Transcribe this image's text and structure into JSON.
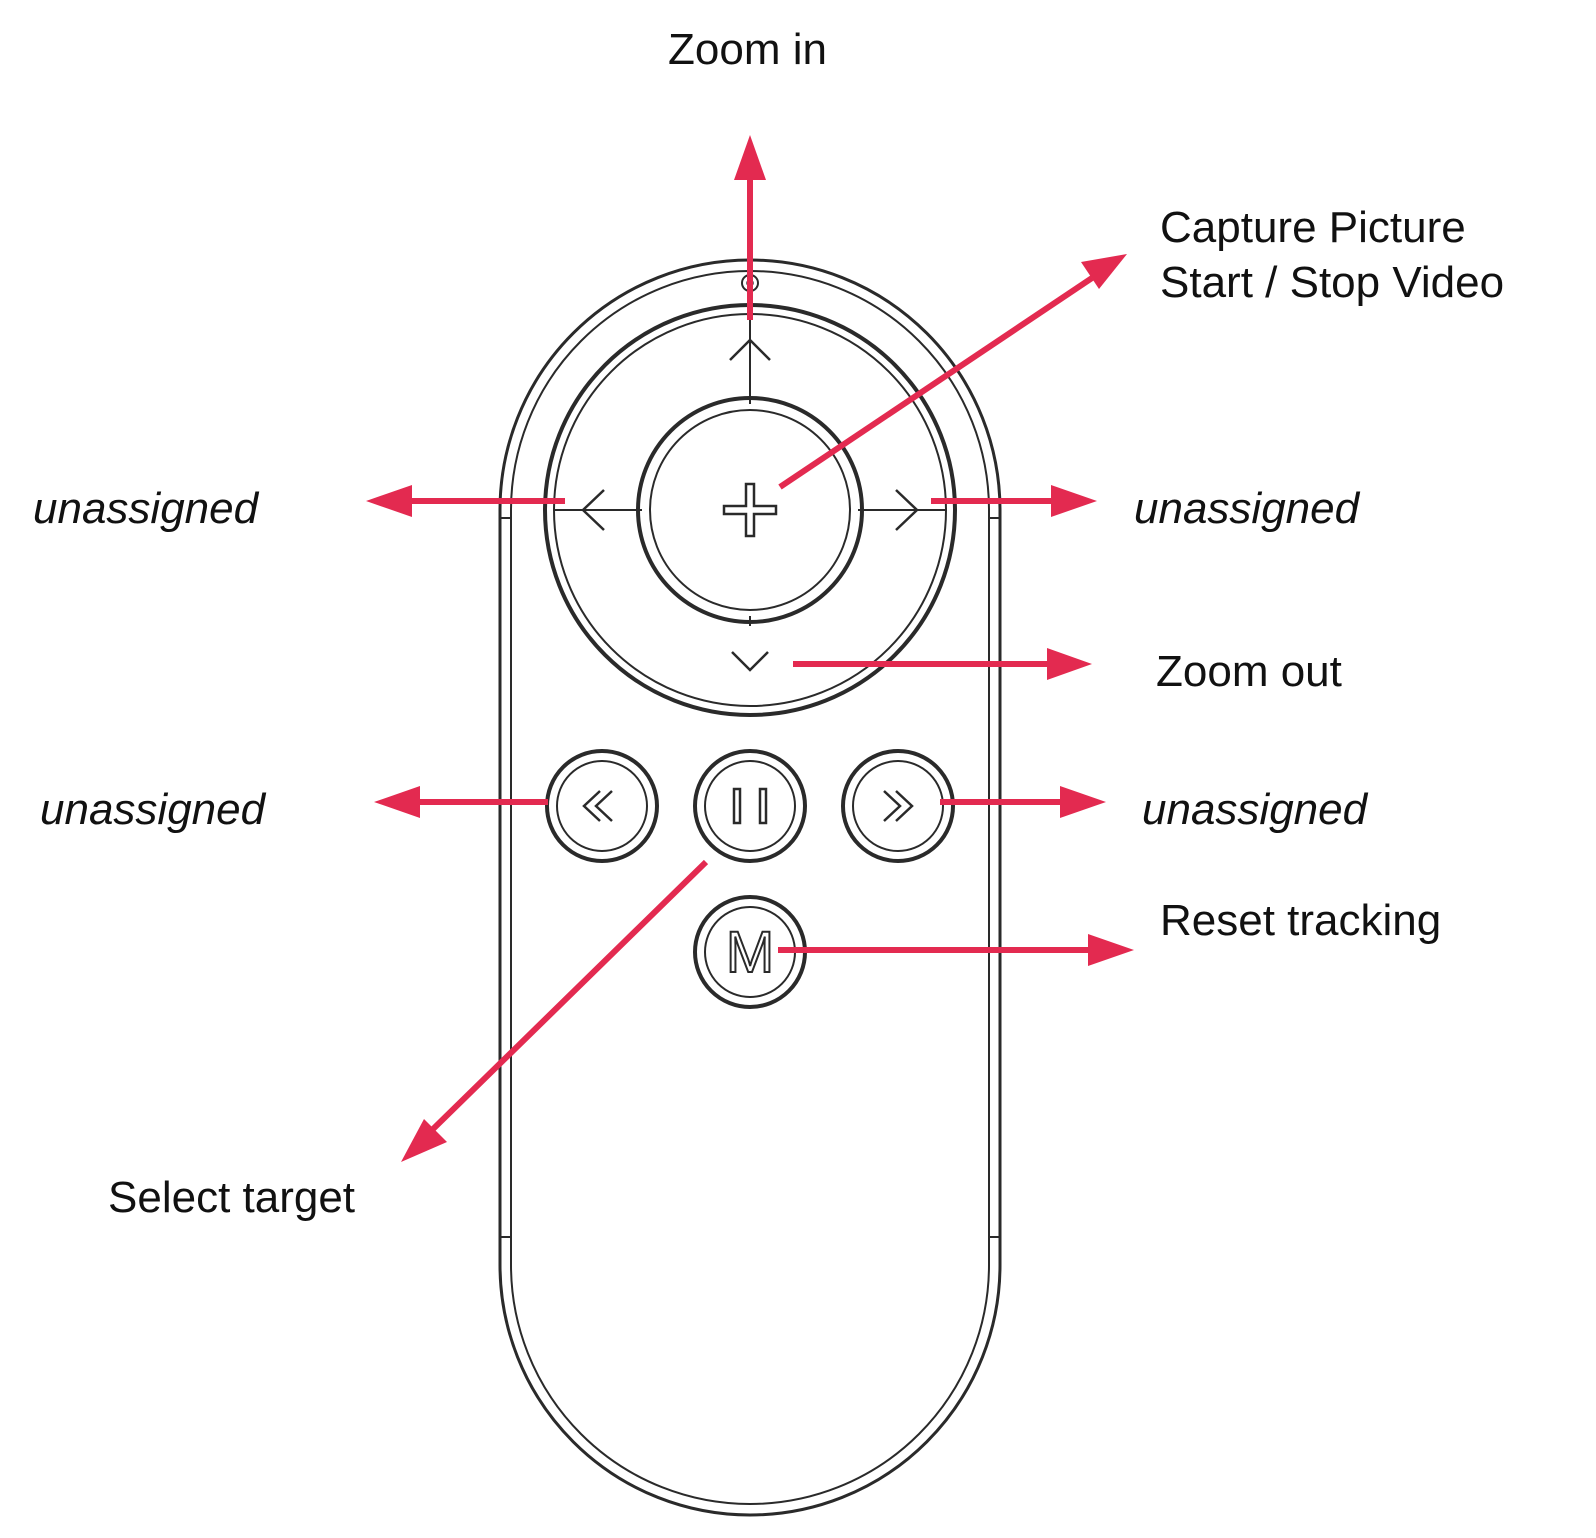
{
  "labels": {
    "zoom_in": "Zoom in",
    "capture_line1": "Capture Picture",
    "capture_line2": "Start / Stop Video",
    "left_dpad": "unassigned",
    "right_dpad": "unassigned",
    "zoom_out": "Zoom out",
    "rewind": "unassigned",
    "fast_forward": "unassigned",
    "reset_tracking": "Reset tracking",
    "select_target": "Select target"
  },
  "buttons": {
    "mode_letter": "M"
  },
  "colors": {
    "arrow": "#e32a50",
    "outline": "#2a2a2a",
    "text": "#111111"
  },
  "icons": [
    "plus-icon",
    "chevron-up-icon",
    "chevron-down-icon",
    "chevron-left-icon",
    "chevron-right-icon",
    "rewind-icon",
    "pause-icon",
    "fast-forward-icon"
  ]
}
